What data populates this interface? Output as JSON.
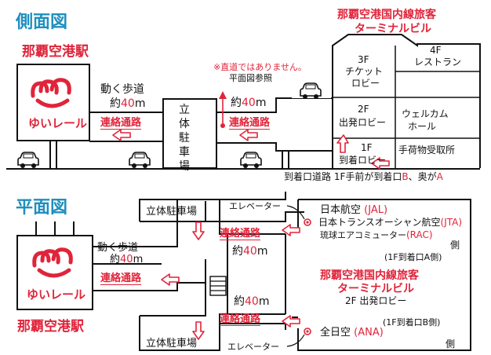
{
  "side": {
    "heading": "側面図",
    "station_name": "那覇空港駅",
    "logo_text": "ゆいレール",
    "walkway_line1": "動く歩道",
    "walkway_line2_prefix": "約",
    "walkway_line2_value": "40",
    "walkway_line2_unit": "m",
    "corridor1": "連絡通路",
    "parking": "立体駐車場",
    "note_line1": "※直道ではありません。",
    "note_line2": "平面図参照",
    "mid_dist_prefix": "約",
    "mid_dist_value": "40",
    "mid_dist_unit": "m",
    "corridor2": "連絡通路",
    "terminal_line1": "那覇空港国内線旅客",
    "terminal_line2": "ターミナルビル",
    "floor3_l1": "3F",
    "floor3_l2": "チケット",
    "floor3_l3": "ロビー",
    "floor4_l1": "4F",
    "floor4_l2": "レストラン",
    "floor2_l1": "2F",
    "floor2_l2": "出発ロビー",
    "welcome_l1": "ウェルカム",
    "welcome_l2": "ホール",
    "floor1_l1": "1F",
    "floor1_l2": "到着ロビー",
    "baggage": "手荷物受取所",
    "road_note_a": "到着口道路  1F手前が到着口",
    "road_note_b": "B",
    "road_note_c": "、奥が",
    "road_note_d": "A"
  },
  "plan": {
    "heading": "平面図",
    "station_name": "那覇空港駅",
    "logo_text": "ゆいレール",
    "parking_top": "立体駐車場",
    "parking_bottom": "立体駐車場",
    "elevator_top": "エレベーター",
    "elevator_bottom": "エレベーター",
    "walkway_line1": "動く歩道",
    "walkway_prefix": "約",
    "walkway_value": "40",
    "walkway_unit": "m",
    "corridor_a": "連絡通路",
    "corridor_b": "連絡通路",
    "corridor_c": "連絡通路",
    "dist_top_prefix": "約",
    "dist_top_value": "40",
    "dist_top_unit": "m",
    "dist_bottom_prefix": "約",
    "dist_bottom_value": "40",
    "dist_bottom_unit": "m",
    "airline1_name": "日本航空",
    "airline1_code": "(JAL)",
    "airline2_name": "日本トランスオーシャン航空",
    "airline2_code": "(JTA)",
    "airline3_name": "琉球エアコミューター",
    "airline3_code": "(RAC)",
    "side_a_l1": "側",
    "side_a_l2": "(1F到着口A側)",
    "terminal_line1": "那覇空港国内線旅客",
    "terminal_line2": "ターミナルビル",
    "terminal_line3": "2F 出発ロビー",
    "side_b_l1": "(1F到着口B側)",
    "airline4_name": "全日空",
    "airline4_code": "(ANA)",
    "side_b_l2": "側"
  },
  "colors": {
    "heading": "#1f8fbf",
    "accent": "#e0243a",
    "line": "#111111"
  }
}
